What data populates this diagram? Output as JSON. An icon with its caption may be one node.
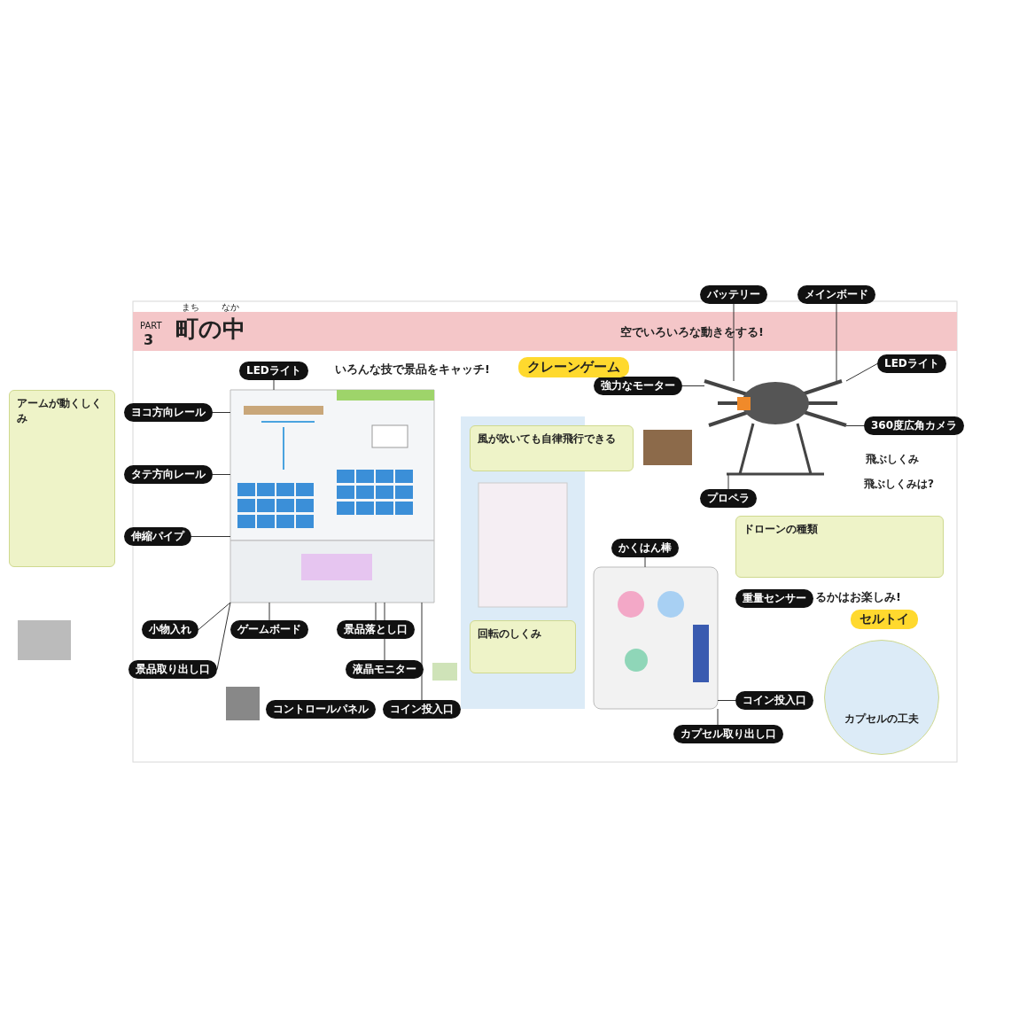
{
  "diagram": {
    "title": "町の中",
    "nodes": [
      {
        "text": [
          "アームが動くしくみ"
        ]
      },
      {
        "text": [
          "ヨコ方向レール"
        ]
      },
      {
        "text": [
          "タテ方向レール"
        ]
      },
      {
        "text": [
          "伸縮パイプ"
        ]
      },
      {
        "text": [
          "LEDライト"
        ]
      },
      {
        "text": [
          "景品落とし口"
        ]
      },
      {
        "text": [
          "小物入れ"
        ]
      },
      {
        "text": [
          "ゲームボード"
        ]
      },
      {
        "text": [
          "液晶モニター"
        ]
      },
      {
        "text": [
          "景品取り出し口"
        ]
      },
      {
        "text": [
          "コントロールパネル"
        ]
      },
      {
        "text": [
          "コイン投入口"
        ]
      },
      {
        "text": [
          "風が吹いても自律飛行できる"
        ]
      },
      {
        "text": [
          "回転のしくみ"
        ]
      },
      {
        "text": [
          "バッテリー"
        ]
      },
      {
        "text": [
          "メインボード"
        ]
      },
      {
        "text": [
          "LEDライト"
        ]
      },
      {
        "text": [
          "強力なモーター"
        ]
      },
      {
        "text": [
          "プロペラ"
        ]
      },
      {
        "text": [
          "360度広角カメラ"
        ]
      },
      {
        "text": [
          "飛ぶしくみ"
        ]
      },
      {
        "text": [
          "ドローンの種類"
        ]
      },
      {
        "text": [
          "かくはん棒"
        ]
      },
      {
        "text": [
          "重量センサー"
        ]
      },
      {
        "text": [
          "コイン投入口"
        ]
      },
      {
        "text": [
          "カプセル取り出し口"
        ]
      },
      {
        "text": [
          "カプセルの工夫"
        ]
      },
      {
        "text": [],
        "shape": "picture"
      },
      {
        "text": [],
        "shape": "picture"
      },
      {
        "text": [],
        "shape": "picture"
      }
    ],
    "edges": [
      {
        "from": 1,
        "to": 27,
        "arrow": "none"
      },
      {
        "from": 2,
        "to": 27,
        "arrow": "none"
      },
      {
        "from": 3,
        "to": 27,
        "arrow": "none"
      },
      {
        "from": 4,
        "to": 27,
        "arrow": "none"
      },
      {
        "from": 5,
        "to": 27,
        "arrow": "none"
      },
      {
        "from": 6,
        "to": 27,
        "arrow": "none"
      },
      {
        "from": 7,
        "to": 27,
        "arrow": "none"
      },
      {
        "from": 8,
        "to": 27,
        "arrow": "none"
      },
      {
        "from": 9,
        "to": 27,
        "arrow": "none"
      },
      {
        "from": 11,
        "to": 27,
        "arrow": "none"
      },
      {
        "from": 14,
        "to": 28,
        "arrow": "none"
      },
      {
        "from": 15,
        "to": 28,
        "arrow": "none"
      },
      {
        "from": 16,
        "to": 28,
        "arrow": "none"
      },
      {
        "from": 17,
        "to": 28,
        "arrow": "none"
      },
      {
        "from": 18,
        "to": 28,
        "arrow": "none"
      },
      {
        "from": 19,
        "to": 28,
        "arrow": "none"
      },
      {
        "from": 22,
        "to": 29,
        "arrow": "none"
      },
      {
        "from": 24,
        "to": 29,
        "arrow": "none"
      },
      {
        "from": 25,
        "to": 29,
        "arrow": "none"
      }
    ],
    "labels": [
      "PART",
      "3",
      "まち",
      "なか",
      "いろんな技で景品をキャッチ!",
      "クレーンゲーム",
      "空でいろいろな動きをする!",
      "飛ぶしくみは?",
      "るかはお楽しみ!",
      "セルトイ"
    ]
  }
}
